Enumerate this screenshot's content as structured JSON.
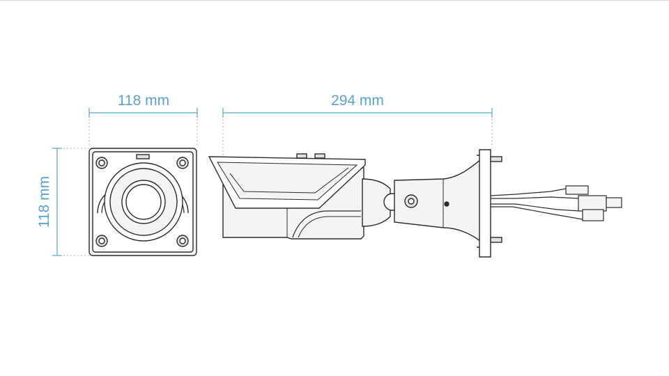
{
  "dimensions": {
    "front_width": "118 mm",
    "side_length": "294 mm",
    "front_height": "118 mm"
  },
  "colors": {
    "dimension": "#5aa2cf",
    "outline": "#2b2b2b",
    "body_fill": "#f4f4f4",
    "shade_fill": "#e2e2e2"
  },
  "icons": {
    "front_view": "camera-front-view-drawing",
    "side_view": "camera-side-view-drawing"
  }
}
